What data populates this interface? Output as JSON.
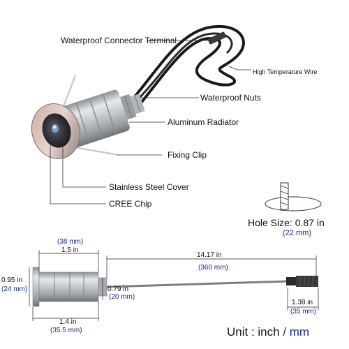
{
  "labels": {
    "connector": "Waterproof Connector Terminal",
    "wire": "High Temperature Wire",
    "nuts": "Waterproof Nuts",
    "radiator": "Aluminum Radiator",
    "clip": "Fixing Clip",
    "cover": "Stainless Steel Cover",
    "chip": "CREE Chip"
  },
  "hole": {
    "label": "Hole Size: 0.87 in",
    "mm": "(22 mm)"
  },
  "dimensions": {
    "body_length_in": "1.5 in",
    "body_length_mm": "(38 mm)",
    "height_in": "0.95 in",
    "height_mm": "(24 mm)",
    "nut_in": "0.79 in",
    "nut_mm": "(20 mm)",
    "base_in": "1.4 in",
    "base_mm": "(35.5 mm)",
    "cable_in": "14.17 in",
    "cable_mm": "(360 mm)",
    "connector_in": "1.38 in",
    "connector_mm": "(35 mm)"
  },
  "unit": {
    "prefix": "Unit : inch",
    "slash": " / ",
    "mm": "mm"
  },
  "colors": {
    "accent_mm": "#1a2a8c",
    "metal": "#b9bcc0",
    "wire": "#1a1a1a"
  }
}
